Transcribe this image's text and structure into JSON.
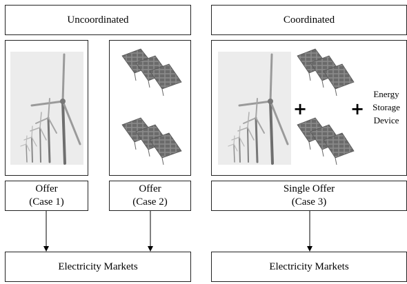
{
  "uncoordinated": {
    "title": "Uncoordinated",
    "offer1": {
      "line1": "Offer",
      "line2": "(Case 1)"
    },
    "offer2": {
      "line1": "Offer",
      "line2": "(Case 2)"
    },
    "market": "Electricity Markets"
  },
  "coordinated": {
    "title": "Coordinated",
    "plus": "+",
    "storage": {
      "line1": "Energy",
      "line2": "Storage",
      "line3": "Device"
    },
    "offer": {
      "line1": "Single Offer",
      "line2": "(Case 3)"
    },
    "market": "Electricity Markets"
  },
  "icons": [
    "wind-turbine-icon",
    "solar-panel-icon",
    "arrow-down-icon"
  ]
}
